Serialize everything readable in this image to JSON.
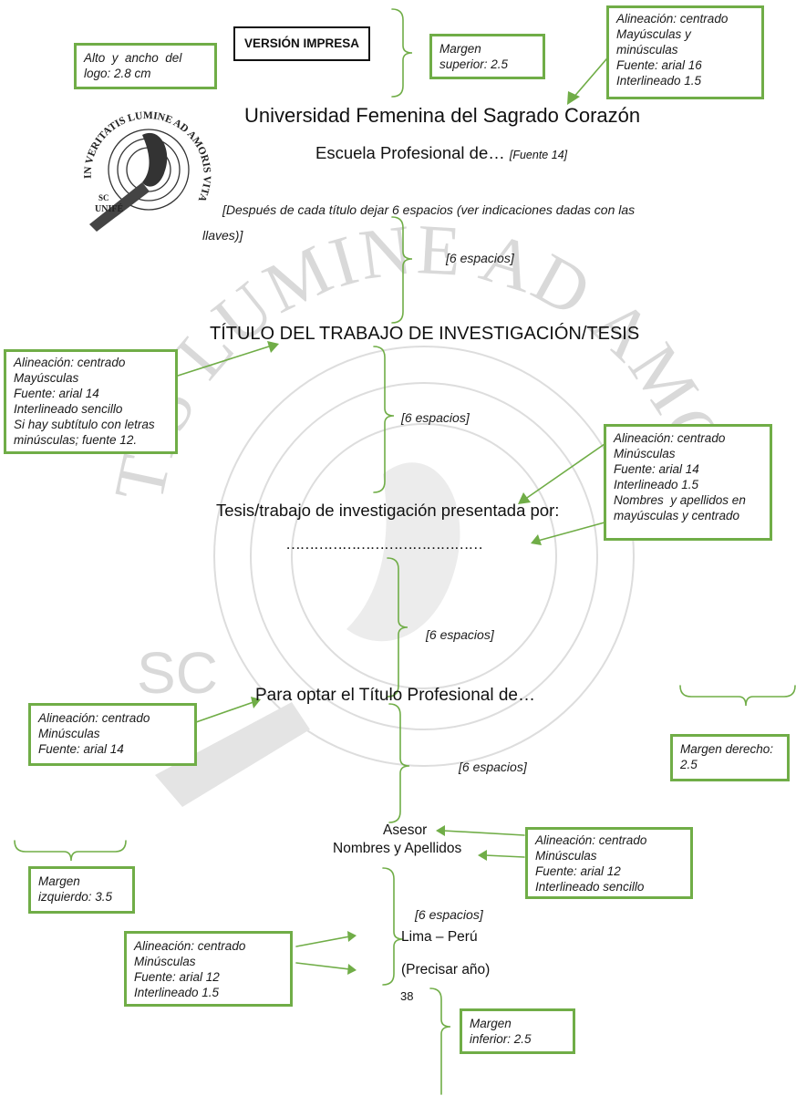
{
  "header": {
    "version_label": "VERSIÓN IMPRESA"
  },
  "logo": {
    "ring_text": "IN VERITATIS LUMINE AD AMORIS VITAM",
    "monogram_top": "SC",
    "monogram_bottom": "UNIFÉ"
  },
  "watermark": {
    "arc_text": "TIS LUMINE AD AMORIS VITAM",
    "monogram": "SC"
  },
  "document": {
    "university": "Universidad Femenina del Sagrado Corazón",
    "school": "Escuela Profesional de…",
    "school_note": "[Fuente 14]",
    "spacing_note_line1": "[Después de cada título dejar 6 espacios (ver indicaciones dadas con las",
    "spacing_note_line2": "llaves)]",
    "title": "TÍTULO DEL TRABAJO DE INVESTIGACIÓN/TESIS",
    "presented_by": "Tesis/trabajo de investigación presentada por:",
    "author_dots": "……………………………………",
    "degree": "Para optar el Título Profesional de…",
    "advisor_label": "Asesor",
    "advisor_name": "Nombres y Apellidos",
    "city": "Lima – Perú",
    "year": "(Precisar año)",
    "page_number": "38"
  },
  "spacing_labels": {
    "after_school": "[6 espacios]",
    "after_title": "[6 espacios]",
    "after_author": "[6 espacios]",
    "after_degree": "[6 espacios]",
    "after_advisor": "[6 espacios]"
  },
  "annotations": {
    "logo_size": [
      "Alto  y  ancho  del",
      "logo: 2.8 cm"
    ],
    "top_margin": [
      "Margen",
      "superior: 2.5"
    ],
    "university_format": [
      "Alineación: centrado",
      "Mayúsculas y",
      "minúsculas",
      "Fuente: arial 16",
      "Interlineado 1.5"
    ],
    "title_format": [
      "Alineación: centrado",
      "Mayúsculas",
      "Fuente: arial 14",
      "Interlineado sencillo",
      "Si hay subtítulo con letras",
      "minúsculas; fuente 12."
    ],
    "author_format": [
      "Alineación: centrado",
      "Minúsculas",
      "Fuente: arial 14",
      "Interlineado 1.5",
      "Nombres  y apellidos en",
      "mayúsculas y centrado"
    ],
    "degree_format": [
      "Alineación: centrado",
      "Minúsculas",
      "Fuente: arial 14"
    ],
    "right_margin": [
      "Margen derecho:",
      "2.5"
    ],
    "advisor_format": [
      "Alineación: centrado",
      "Minúsculas",
      "Fuente: arial 12",
      "Interlineado sencillo"
    ],
    "left_margin": [
      "Margen",
      "izquierdo: 3.5"
    ],
    "city_format": [
      "Alineación: centrado",
      "Minúsculas",
      "Fuente: arial 12",
      "Interlineado 1.5"
    ],
    "bottom_margin": [
      "Margen",
      "inferior: 2.5"
    ]
  },
  "colors": {
    "annotation_green": "#70ad47",
    "text": "#111111",
    "watermark": "#d4d4d4"
  }
}
